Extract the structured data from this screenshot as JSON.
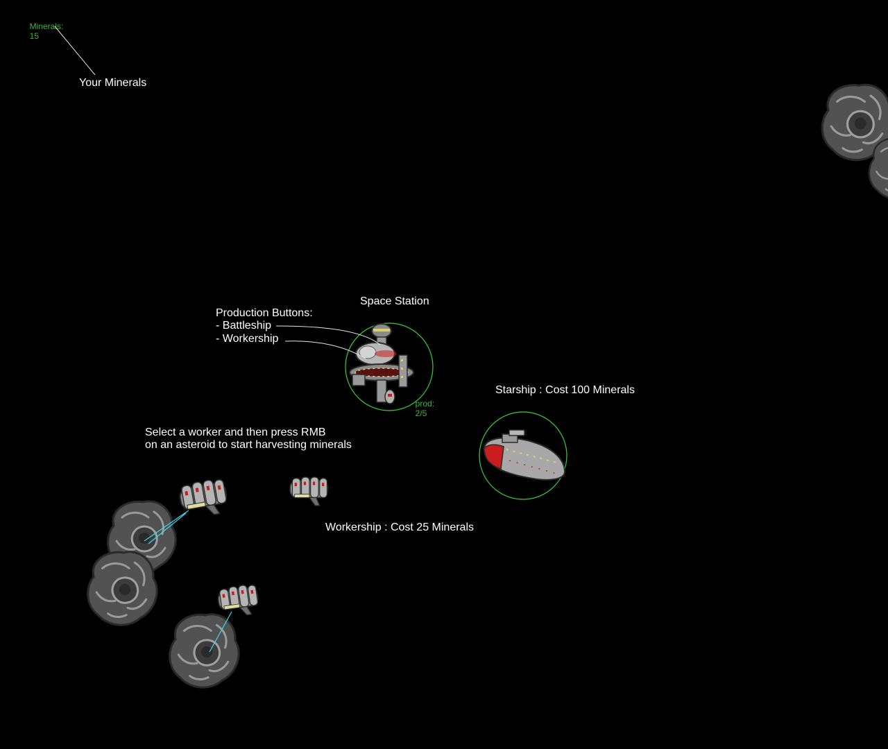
{
  "hud": {
    "minerals_label": "Minerals:",
    "minerals_value": "15",
    "production_label": "prod:",
    "production_value": "2/5"
  },
  "annotations": {
    "your_minerals": "Your Minerals",
    "space_station": "Space Station",
    "production_buttons_title": "Production Buttons:",
    "production_battleship": "- Battleship",
    "production_workership": "- Workership",
    "starship_cost": "Starship : Cost 100 Minerals",
    "worker_hint_line1": "Select a worker and then press RMB",
    "worker_hint_line2": "on an asteroid to start harvesting minerals",
    "workership_cost": "Workership : Cost 25 Minerals"
  },
  "colors": {
    "background": "#000000",
    "hud_text": "#3cb43c",
    "selection_ring": "#3ccc3c",
    "harvest_beam": "#40d8f0",
    "asteroid": "#5a5a5a",
    "hull": "#a8a8a8",
    "accent_red": "#c81e1e"
  }
}
